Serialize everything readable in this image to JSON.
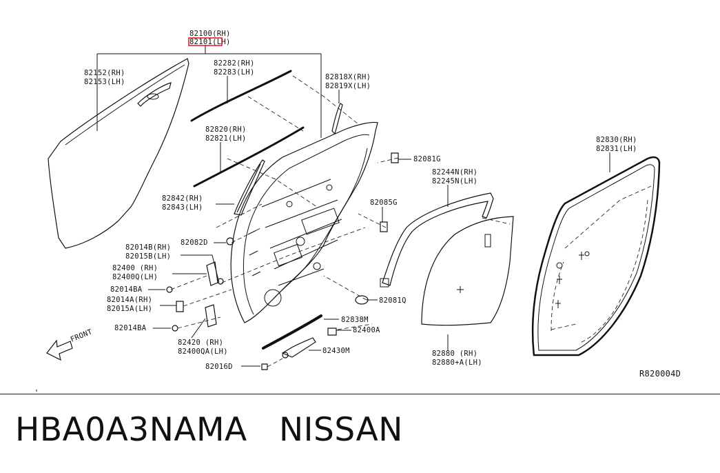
{
  "diagram": {
    "code": "R820004D",
    "front_label": "FRONT",
    "parts": [
      {
        "id": "p82100",
        "rh": "82100(RH)",
        "lh": "82101(LH)",
        "highlight_lh": true
      },
      {
        "id": "p82152",
        "rh": "82152(RH)",
        "lh": "82153(LH)"
      },
      {
        "id": "p82282",
        "rh": "82282(RH)",
        "lh": "82283(LH)"
      },
      {
        "id": "p82818",
        "rh": "82818X(RH)",
        "lh": "82819X(LH)"
      },
      {
        "id": "p82820",
        "rh": "82820(RH)",
        "lh": "82821(LH)"
      },
      {
        "id": "p82081G",
        "label": "82081G"
      },
      {
        "id": "p82244",
        "rh": "82244N(RH)",
        "lh": "82245N(LH)"
      },
      {
        "id": "p82830",
        "rh": "82830(RH)",
        "lh": "82831(LH)"
      },
      {
        "id": "p82085G",
        "label": "82085G"
      },
      {
        "id": "p82842",
        "rh": "82842(RH)",
        "lh": "82843(LH)"
      },
      {
        "id": "p82082D",
        "label": "82082D"
      },
      {
        "id": "p82014B",
        "rh": "82014B(RH)",
        "lh": "82015B(LH)"
      },
      {
        "id": "p82400",
        "rh": "82400 (RH)",
        "lh": "82400Q(LH)"
      },
      {
        "id": "p82014BA1",
        "label": "82014BA"
      },
      {
        "id": "p82014A",
        "rh": "82014A(RH)",
        "lh": "82015A(LH)"
      },
      {
        "id": "p82081Q",
        "label": "82081Q"
      },
      {
        "id": "p82838M",
        "label": "82838M"
      },
      {
        "id": "p82400A",
        "label": "82400A"
      },
      {
        "id": "p82014BA2",
        "label": "82014BA"
      },
      {
        "id": "p82420",
        "rh": "82420  (RH)",
        "lh": "82400QA(LH)"
      },
      {
        "id": "p82430M",
        "label": "82430M"
      },
      {
        "id": "p82880",
        "rh": "82880   (RH)",
        "lh": "82880+A(LH)"
      },
      {
        "id": "p82016D",
        "label": "82016D"
      }
    ]
  },
  "footer": {
    "text": "HBA0A3NAMA   NISSAN"
  },
  "colors": {
    "highlight": "#e0141e",
    "line": "#111111",
    "background": "#ffffff"
  }
}
